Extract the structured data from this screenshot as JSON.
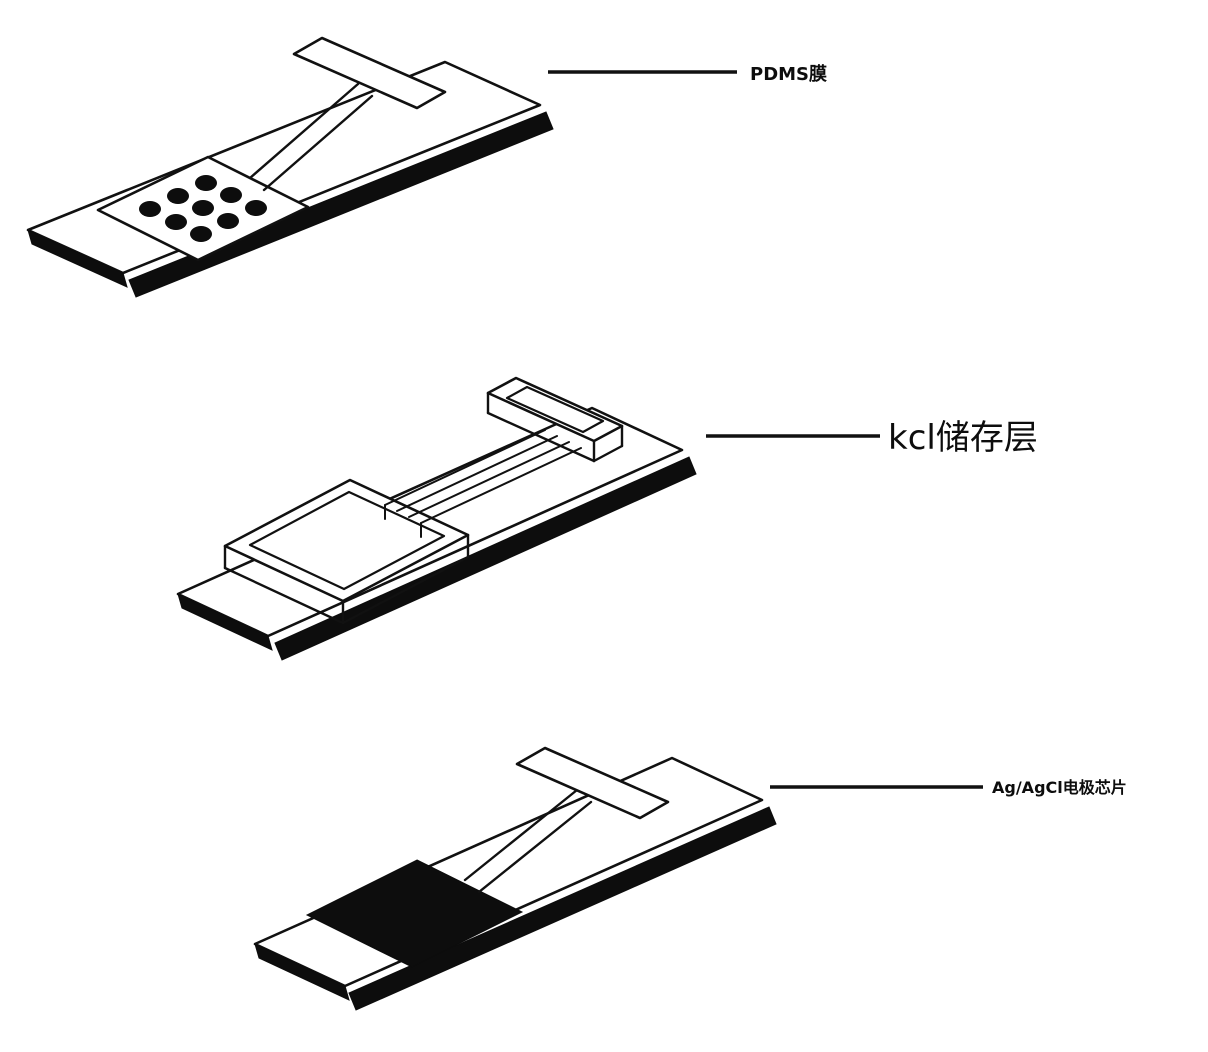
{
  "diagram": {
    "background_color": "#ffffff",
    "line_color": "#111111",
    "fill_color": "#0d0d0d",
    "layers": [
      {
        "id": "pdms-membrane",
        "label": "PDMS膜"
      },
      {
        "id": "kcl-storage-layer",
        "label": "kcl储存层"
      },
      {
        "id": "agagcl-electrode-chip",
        "label": "Ag/AgCl电极芯片"
      }
    ]
  }
}
